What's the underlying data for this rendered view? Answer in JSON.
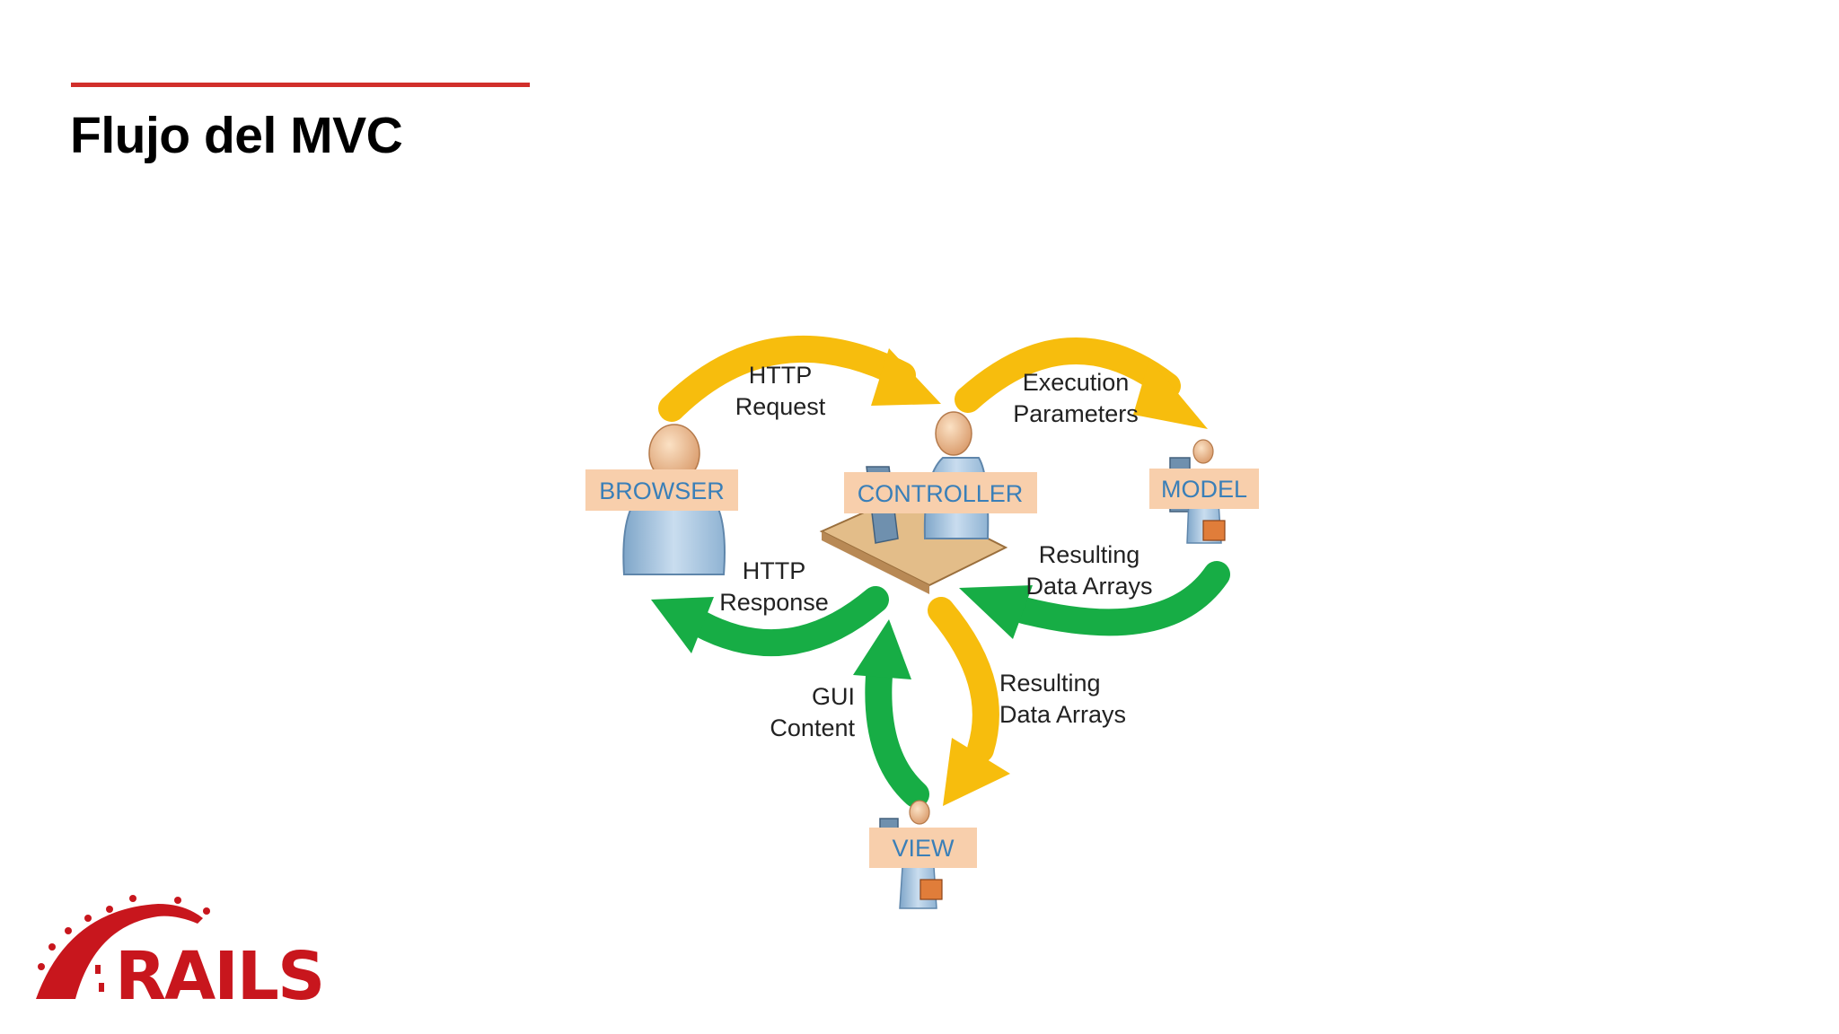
{
  "slide": {
    "title": "Flujo del MVC"
  },
  "colors": {
    "accent_red": "#d12f2b",
    "request_arrow": "#f7bd0d",
    "response_arrow": "#17ad45",
    "label_bg": "#f8cfac",
    "label_text": "#3a7fb8"
  },
  "diagram": {
    "nodes": {
      "browser": "BROWSER",
      "controller": "CONTROLLER",
      "model": "MODEL",
      "view": "VIEW"
    },
    "flows": {
      "http_request": [
        "HTTP",
        "Request"
      ],
      "execution_parameters": [
        "Execution",
        "Parameters"
      ],
      "resulting_data_model": [
        "Resulting",
        "Data Arrays"
      ],
      "http_response": [
        "HTTP",
        "Response"
      ],
      "resulting_data_view": [
        "Resulting",
        "Data Arrays"
      ],
      "gui_content": [
        "GUI",
        "Content"
      ]
    }
  },
  "logo": {
    "text": "RAILS"
  }
}
